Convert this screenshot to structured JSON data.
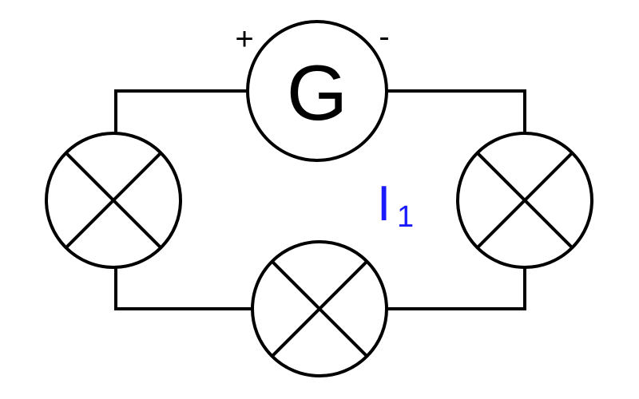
{
  "generator": {
    "symbol": "G",
    "plus_sign": "+",
    "minus_sign": "-"
  },
  "current_label": {
    "main": "I",
    "subscript": "1",
    "color": "#1a1aff"
  },
  "lamps": [
    {
      "name": "left-lamp"
    },
    {
      "name": "right-lamp"
    },
    {
      "name": "bottom-lamp"
    }
  ],
  "colors": {
    "line": "#000000",
    "background": "#ffffff"
  }
}
